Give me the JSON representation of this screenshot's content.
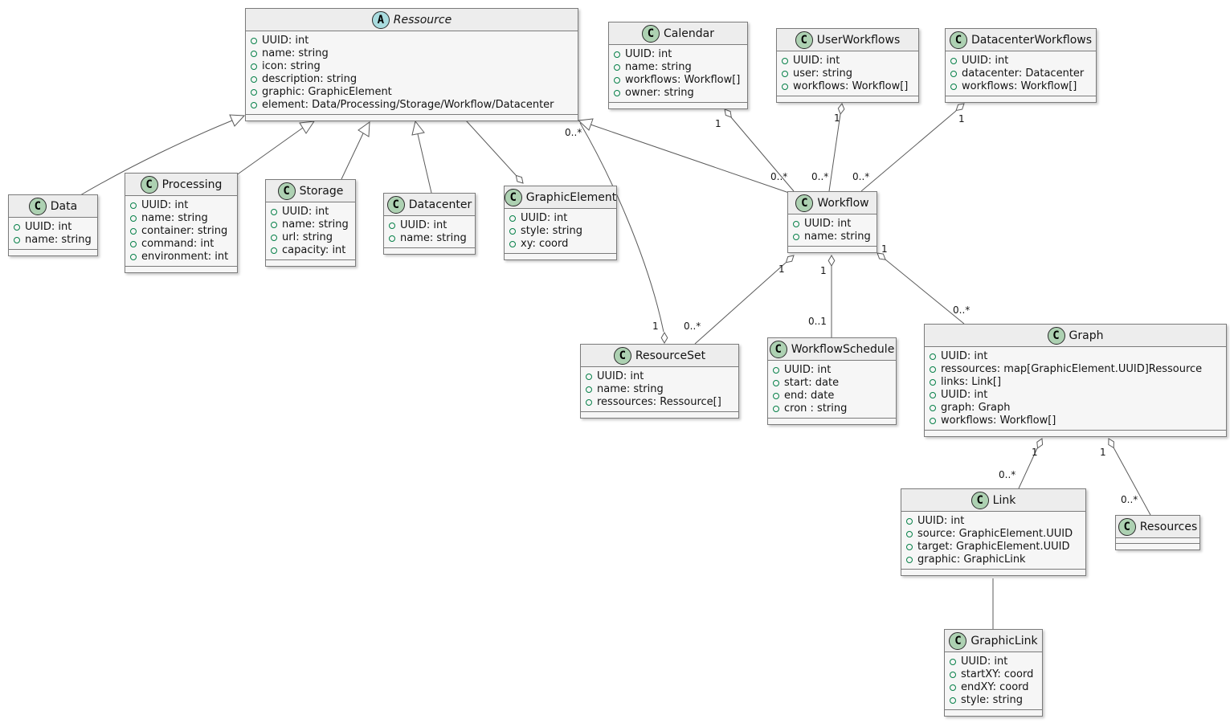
{
  "diagram_title": "UML class diagram",
  "classes": {
    "ressource": {
      "badge": "A",
      "name": "Ressource",
      "attrs": [
        "UUID: int",
        "name: string",
        "icon: string",
        "description: string",
        "graphic: GraphicElement",
        "element: Data/Processing/Storage/Workflow/Datacenter"
      ]
    },
    "calendar": {
      "badge": "C",
      "name": "Calendar",
      "attrs": [
        "UUID: int",
        "name: string",
        "workflows: Workflow[]",
        "owner: string"
      ]
    },
    "userworkflows": {
      "badge": "C",
      "name": "UserWorkflows",
      "attrs": [
        "UUID: int",
        "user: string",
        "workflows: Workflow[]"
      ]
    },
    "datacenterworkflows": {
      "badge": "C",
      "name": "DatacenterWorkflows",
      "attrs": [
        "UUID: int",
        "datacenter: Datacenter",
        "workflows: Workflow[]"
      ]
    },
    "data": {
      "badge": "C",
      "name": "Data",
      "attrs": [
        "UUID: int",
        "name: string"
      ]
    },
    "processing": {
      "badge": "C",
      "name": "Processing",
      "attrs": [
        "UUID: int",
        "name: string",
        "container: string",
        "command: int",
        "environment: int"
      ]
    },
    "storage": {
      "badge": "C",
      "name": "Storage",
      "attrs": [
        "UUID: int",
        "name: string",
        "url: string",
        "capacity: int"
      ]
    },
    "datacenter": {
      "badge": "C",
      "name": "Datacenter",
      "attrs": [
        "UUID: int",
        "name: string"
      ]
    },
    "graphicelement": {
      "badge": "C",
      "name": "GraphicElement",
      "attrs": [
        "UUID: int",
        "style: string",
        "xy: coord"
      ]
    },
    "workflow": {
      "badge": "C",
      "name": "Workflow",
      "attrs": [
        "UUID: int",
        "name: string"
      ]
    },
    "resourceset": {
      "badge": "C",
      "name": "ResourceSet",
      "attrs": [
        "UUID: int",
        "name: string",
        "ressources: Ressource[]"
      ]
    },
    "workflowschedule": {
      "badge": "C",
      "name": "WorkflowSchedule",
      "attrs": [
        "UUID: int",
        "start: date",
        "end: date",
        "cron : string"
      ]
    },
    "graph": {
      "badge": "C",
      "name": "Graph",
      "attrs": [
        "UUID: int",
        "ressources: map[GraphicElement.UUID]Ressource",
        "links: Link[]",
        "UUID: int",
        "graph: Graph",
        "workflows: Workflow[]"
      ]
    },
    "link": {
      "badge": "C",
      "name": "Link",
      "attrs": [
        "UUID: int",
        "source: GraphicElement.UUID",
        "target: GraphicElement.UUID",
        "graphic: GraphicLink"
      ]
    },
    "resources": {
      "badge": "C",
      "name": "Resources",
      "attrs": []
    },
    "graphiclink": {
      "badge": "C",
      "name": "GraphicLink",
      "attrs": [
        "UUID: int",
        "startXY: coord",
        "endXY: coord",
        "style: string"
      ]
    }
  },
  "relationships": [
    {
      "from": "Data",
      "to": "Ressource",
      "type": "generalization"
    },
    {
      "from": "Processing",
      "to": "Ressource",
      "type": "generalization"
    },
    {
      "from": "Storage",
      "to": "Ressource",
      "type": "generalization"
    },
    {
      "from": "Datacenter",
      "to": "Ressource",
      "type": "generalization"
    },
    {
      "from": "Workflow",
      "to": "Ressource",
      "type": "generalization"
    },
    {
      "from": "GraphicElement",
      "to": "Ressource",
      "type": "aggregation"
    },
    {
      "from": "ResourceSet",
      "to": "Ressource",
      "type": "aggregation",
      "from_label": "1",
      "to_label": "0..*"
    },
    {
      "from": "Calendar",
      "to": "Workflow",
      "type": "aggregation",
      "from_label": "1",
      "to_label": "0..*"
    },
    {
      "from": "UserWorkflows",
      "to": "Workflow",
      "type": "aggregation",
      "from_label": "1",
      "to_label": "0..*"
    },
    {
      "from": "DatacenterWorkflows",
      "to": "Workflow",
      "type": "aggregation",
      "from_label": "1",
      "to_label": "0..*"
    },
    {
      "from": "Workflow",
      "to": "ResourceSet",
      "type": "aggregation",
      "from_label": "1",
      "to_label": "0..*"
    },
    {
      "from": "Workflow",
      "to": "WorkflowSchedule",
      "type": "aggregation",
      "from_label": "1",
      "to_label": "0..1"
    },
    {
      "from": "Workflow",
      "to": "Graph",
      "type": "aggregation",
      "from_label": "1",
      "to_label": "0..*"
    },
    {
      "from": "Graph",
      "to": "Link",
      "type": "aggregation",
      "from_label": "1",
      "to_label": "0..*"
    },
    {
      "from": "Graph",
      "to": "Resources",
      "type": "aggregation",
      "from_label": "1",
      "to_label": "0..*"
    },
    {
      "from": "Link",
      "to": "GraphicLink",
      "type": "association"
    }
  ],
  "colors": {
    "class_badge": "#ADD1B2",
    "abstract_badge": "#A9DCDF",
    "box_fill": "#F6F6F6",
    "box_header": "#EDEDED",
    "box_border": "#7B7B7B",
    "edge_line": "#5B5B5B",
    "field_dot": "#068048"
  }
}
